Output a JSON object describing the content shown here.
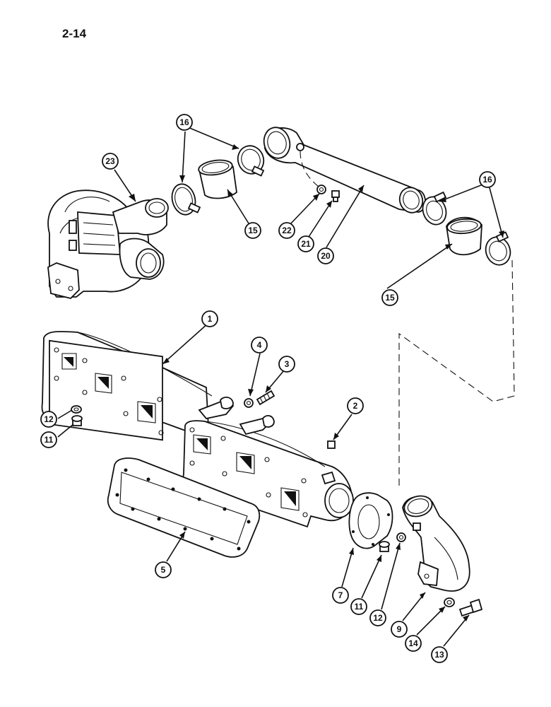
{
  "page_number": "2-14",
  "callouts": [
    {
      "id": "c23",
      "label": "23"
    },
    {
      "id": "c16a",
      "label": "16"
    },
    {
      "id": "c15a",
      "label": "15"
    },
    {
      "id": "c22",
      "label": "22"
    },
    {
      "id": "c21",
      "label": "21"
    },
    {
      "id": "c20",
      "label": "20"
    },
    {
      "id": "c16b",
      "label": "16"
    },
    {
      "id": "c15b",
      "label": "15"
    },
    {
      "id": "c1",
      "label": "1"
    },
    {
      "id": "c4",
      "label": "4"
    },
    {
      "id": "c3",
      "label": "3"
    },
    {
      "id": "c2",
      "label": "2"
    },
    {
      "id": "c12a",
      "label": "12"
    },
    {
      "id": "c11a",
      "label": "11"
    },
    {
      "id": "c5",
      "label": "5"
    },
    {
      "id": "c7",
      "label": "7"
    },
    {
      "id": "c11b",
      "label": "11"
    },
    {
      "id": "c12b",
      "label": "12"
    },
    {
      "id": "c9",
      "label": "9"
    },
    {
      "id": "c14",
      "label": "14"
    },
    {
      "id": "c13",
      "label": "13"
    }
  ]
}
